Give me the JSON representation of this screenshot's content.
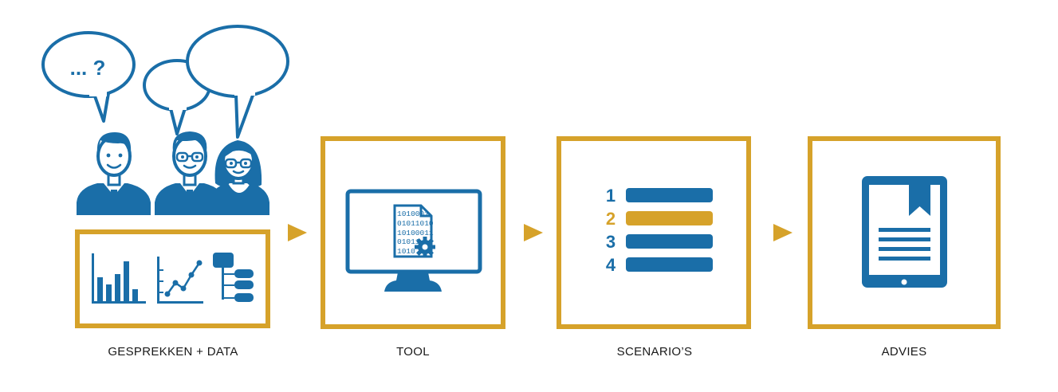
{
  "colors": {
    "blue": "#1a6ea8",
    "gold": "#d6a22a",
    "text": "#1a1a1a"
  },
  "steps": [
    {
      "label": "GESPREKKEN + DATA",
      "icon": "conversation-data-icon"
    },
    {
      "label": "TOOL",
      "icon": "computer-monitor-icon"
    },
    {
      "label": "SCENARIO’S",
      "icon": "ranked-list-icon"
    },
    {
      "label": "ADVIES",
      "icon": "tablet-document-icon"
    }
  ],
  "speech_bubble_text": "... ?",
  "binary_lines": [
    "1010001",
    "01011010",
    "10100011",
    "01011",
    "1010"
  ],
  "scenario_numbers": [
    "1",
    "2",
    "3",
    "4"
  ]
}
